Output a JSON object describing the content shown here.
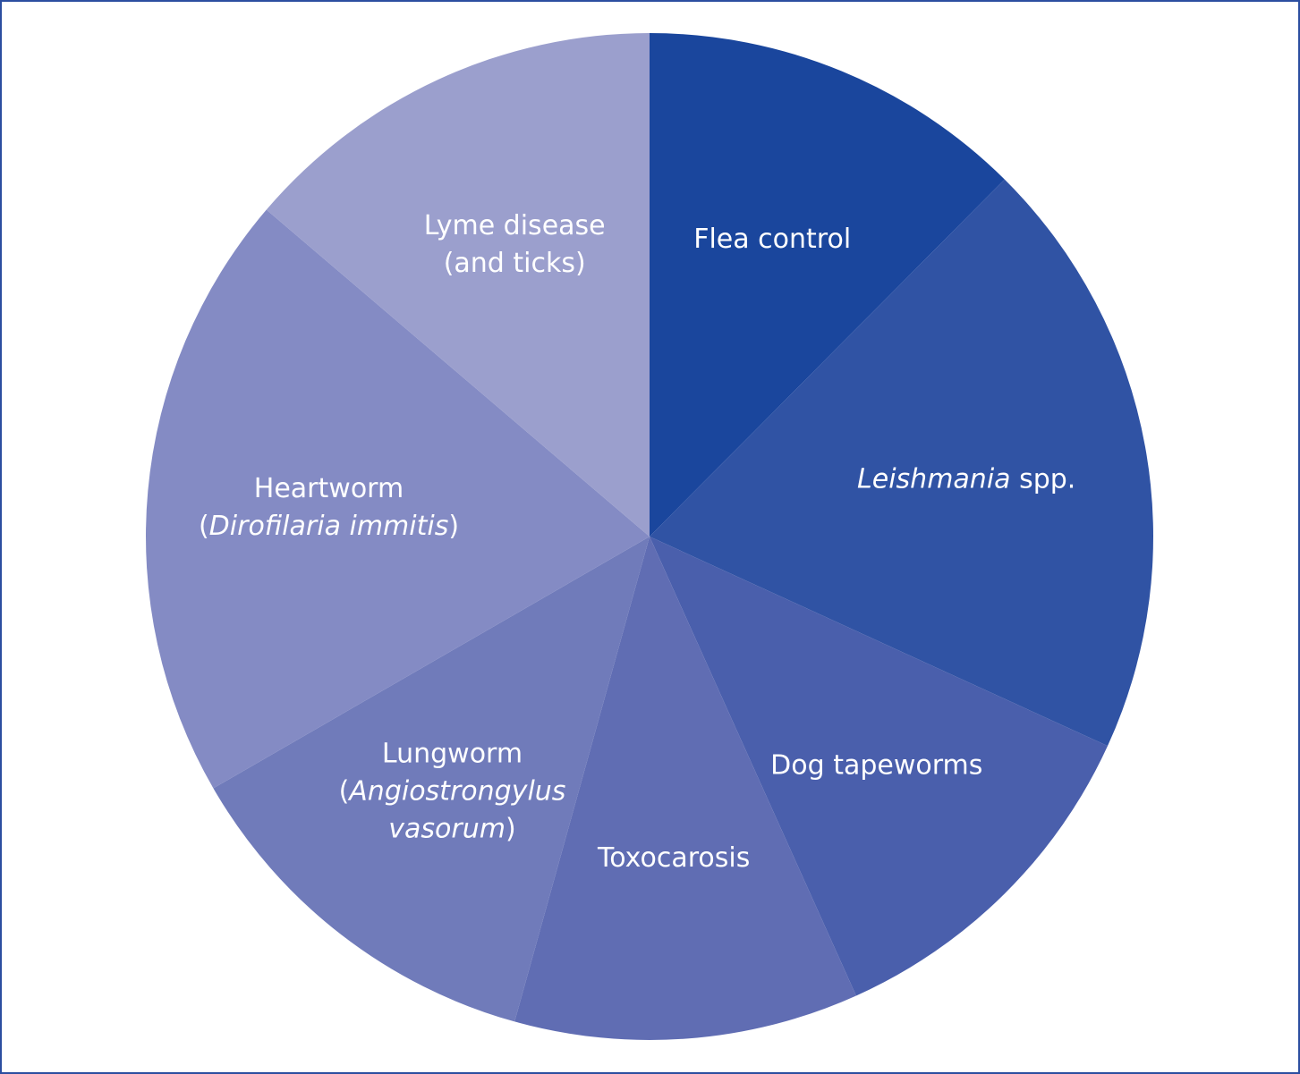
{
  "chart_data": {
    "type": "pie",
    "title": "",
    "start_angle_deg": 0,
    "direction": "clockwise",
    "slices": [
      {
        "parts": [
          {
            "text": "Flea control",
            "italic": false
          }
        ],
        "lines": [
          [
            {
              "text": "Flea control",
              "italic": false
            }
          ]
        ],
        "value": 12.4,
        "color": "#1a469d"
      },
      {
        "lines": [
          [
            {
              "text": "Leishmania",
              "italic": true
            },
            {
              "text": " spp.",
              "italic": false
            }
          ]
        ],
        "value": 19.3,
        "color": "#3053a4"
      },
      {
        "lines": [
          [
            {
              "text": "Dog tapeworms",
              "italic": false
            }
          ]
        ],
        "value": 11.4,
        "color": "#4a5fac"
      },
      {
        "lines": [
          [
            {
              "text": "Toxocarosis",
              "italic": false
            }
          ]
        ],
        "value": 11.0,
        "color": "#606db3"
      },
      {
        "lines": [
          [
            {
              "text": "Lungworm",
              "italic": false
            }
          ],
          [
            {
              "text": "(",
              "italic": false
            },
            {
              "text": "Angiostrongylus",
              "italic": true
            }
          ],
          [
            {
              "text": "vasorum",
              "italic": true
            },
            {
              "text": ")",
              "italic": false
            }
          ]
        ],
        "value": 12.3,
        "color": "#707bba"
      },
      {
        "lines": [
          [
            {
              "text": "Heartworm",
              "italic": false
            }
          ],
          [
            {
              "text": "(",
              "italic": false
            },
            {
              "text": "Dirofilaria immitis",
              "italic": true
            },
            {
              "text": ")",
              "italic": false
            }
          ]
        ],
        "value": 19.5,
        "color": "#848bc4"
      },
      {
        "lines": [
          [
            {
              "text": "Lyme disease",
              "italic": false
            }
          ],
          [
            {
              "text": "(and ticks)",
              "italic": false
            }
          ]
        ],
        "value": 13.7,
        "color": "#9b9fcd"
      }
    ]
  }
}
